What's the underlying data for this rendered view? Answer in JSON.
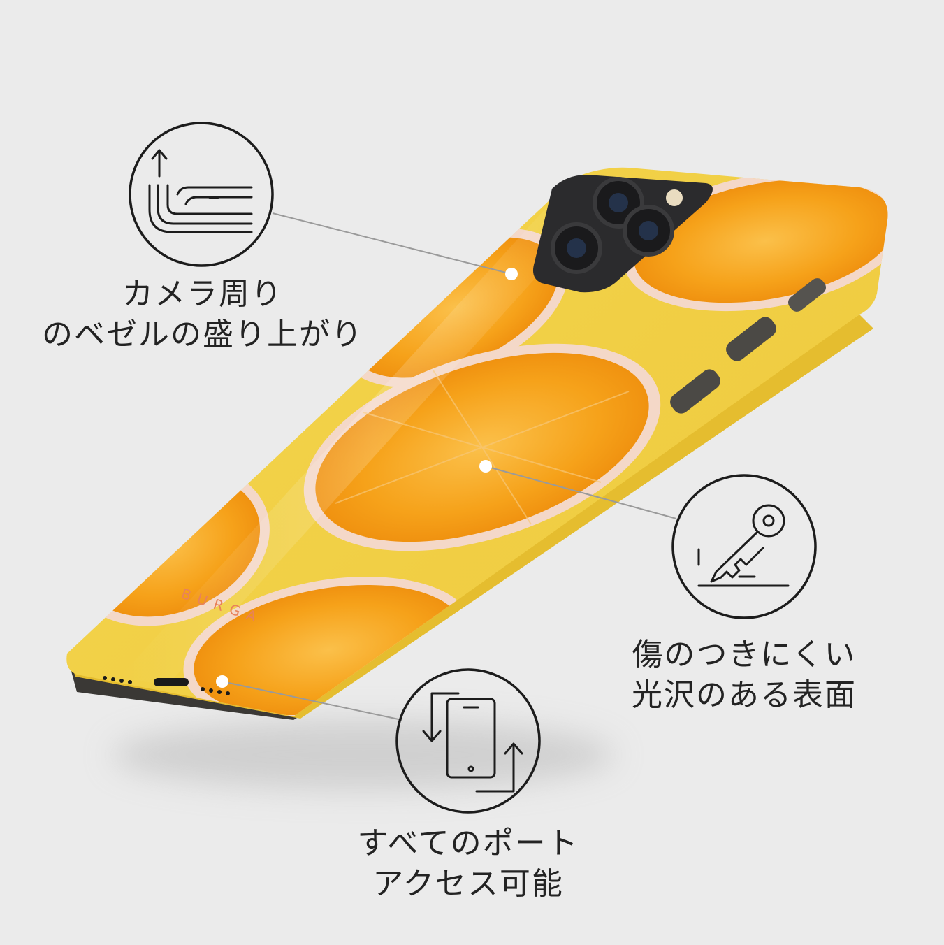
{
  "product": {
    "brand_mark": "BURGA",
    "colors": {
      "background": "#ebebeb",
      "case_yellow": "#f0cf3c",
      "orange_flesh": "#f6a21a",
      "orange_rind": "#f4d8c8",
      "camera_module": "#2b2b2d",
      "line": "#9a9a9a",
      "icon_stroke": "#1c1c1c"
    }
  },
  "features": [
    {
      "icon": "raised-bezel-icon",
      "line1": "カメラ周り",
      "line2": "のベゼルの盛り上がり"
    },
    {
      "icon": "key-scratch-icon",
      "line1": "傷のつきにくい",
      "line2": "光沢のある表面"
    },
    {
      "icon": "phone-rotate-icon",
      "line1": "すべてのポート",
      "line2": "アクセス可能"
    }
  ]
}
